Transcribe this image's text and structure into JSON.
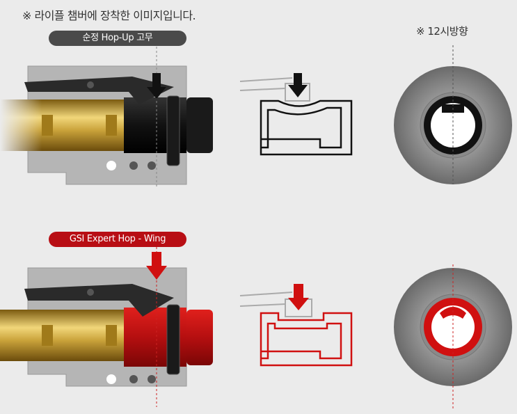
{
  "header": {
    "note": "※ 라이플 챔버에 장착한 이미지입니다.",
    "orientation_note": "※ 12시방향"
  },
  "sections": [
    {
      "label": "순정 Hop-Up 고무",
      "accent": "#111111",
      "label_bg": "#4a4a4a"
    },
    {
      "label": "GSI Expert Hop - Wing",
      "accent": "#d01010",
      "label_bg": "#b80e14"
    }
  ]
}
